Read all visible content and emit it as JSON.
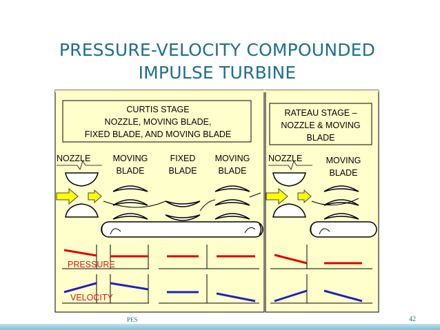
{
  "slide": {
    "title_line1": "PRESSURE-VELOCITY COMPOUNDED",
    "title_line2": "IMPULSE TURBINE",
    "footer_left": "PES",
    "page_number": "42"
  },
  "curtis_stage": {
    "heading": [
      "CURTIS STAGE",
      "NOZZLE, MOVING BLADE,",
      "FIXED BLADE, AND MOVING BLADE"
    ],
    "columns": [
      {
        "line1": "NOZZLE",
        "line2": ""
      },
      {
        "line1": "MOVING",
        "line2": "BLADE"
      },
      {
        "line1": "FIXED",
        "line2": "BLADE"
      },
      {
        "line1": "MOVING",
        "line2": "BLADE"
      }
    ]
  },
  "rateau_stage": {
    "heading": [
      "RATEAU STAGE –",
      "NOZZLE & MOVING",
      "BLADE"
    ],
    "columns": [
      {
        "line1": "NOZZLE",
        "line2": ""
      },
      {
        "line1": "MOVING",
        "line2": "BLADE"
      }
    ]
  },
  "labels": {
    "pressure": "PRESSURE",
    "velocity": "VELOCITY"
  },
  "colors": {
    "title": "#1f6f8b",
    "panel_bg": "#ffffcc",
    "pressure_line": "#e00000",
    "velocity_line": "#2020c0",
    "arrow_fill": "#ffff00",
    "label_red": "#d81818"
  },
  "icons": [
    "flow-arrow-icon",
    "nozzle-icon",
    "moving-blade-icon",
    "fixed-blade-icon",
    "rotor-shaft-icon"
  ]
}
